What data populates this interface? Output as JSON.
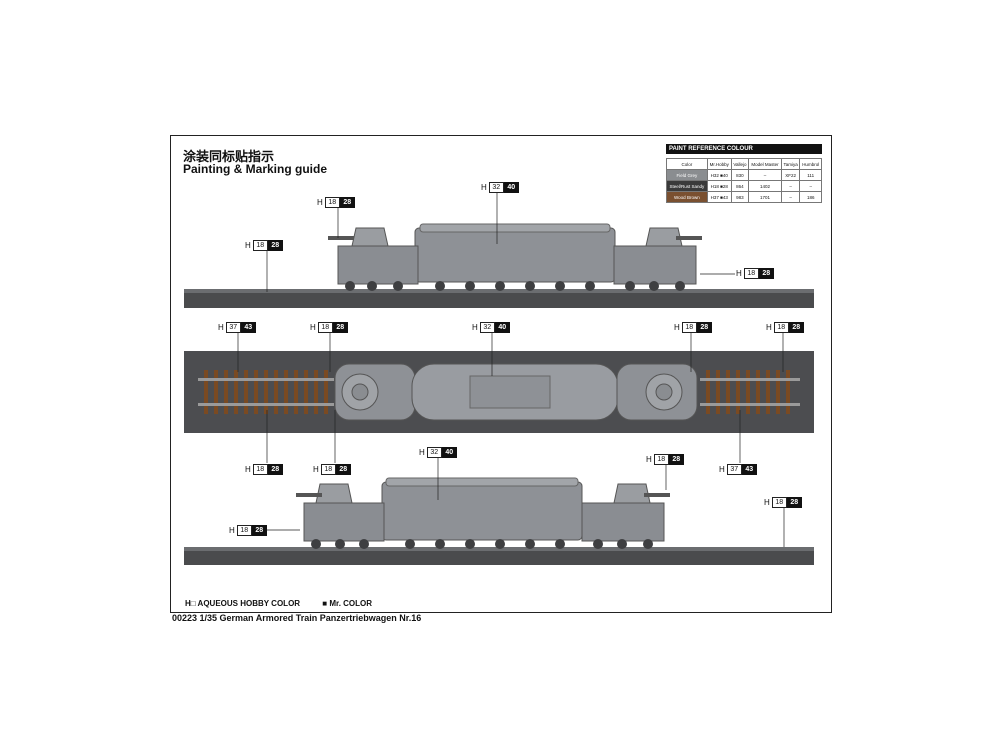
{
  "header": {
    "title_cn": "涂装同标贴指示",
    "title_en": "Painting & Marking guide"
  },
  "paint_ref": {
    "title": "PAINT REFERENCE COLOUR",
    "columns": [
      "Color",
      "Mr.Hobby",
      "Vallejo",
      "Model Master",
      "Tamiya",
      "Humbrol"
    ],
    "rows": [
      {
        "color": "Field Grey",
        "h": "32",
        "mr": "40",
        "vallejo": "830",
        "mm": "–",
        "tamiya": "XF22",
        "humbrol": "111"
      },
      {
        "color": "Steel/Rust Sandy",
        "h": "18",
        "mr": "28",
        "vallejo": "864",
        "mm": "1402",
        "tamiya": "–",
        "humbrol": "–"
      },
      {
        "color": "Wood Brown",
        "h": "37",
        "mr": "43",
        "vallejo": "983",
        "mm": "1701",
        "tamiya": "–",
        "humbrol": "186"
      }
    ]
  },
  "tags": [
    {
      "h": "32",
      "mr": "40"
    },
    {
      "h": "18",
      "mr": "28"
    },
    {
      "h": "18",
      "mr": "28"
    },
    {
      "h": "18",
      "mr": "28"
    },
    {
      "h": "37",
      "mr": "43"
    },
    {
      "h": "18",
      "mr": "28"
    },
    {
      "h": "32",
      "mr": "40"
    },
    {
      "h": "18",
      "mr": "28"
    },
    {
      "h": "18",
      "mr": "28"
    },
    {
      "h": "18",
      "mr": "28"
    },
    {
      "h": "18",
      "mr": "28"
    },
    {
      "h": "37",
      "mr": "43"
    },
    {
      "h": "32",
      "mr": "40"
    },
    {
      "h": "18",
      "mr": "28"
    },
    {
      "h": "18",
      "mr": "28"
    },
    {
      "h": "18",
      "mr": "28"
    }
  ],
  "legend": {
    "aqueous": "H□ AQUEOUS HOBBY COLOR",
    "mr": "■ Mr. COLOR"
  },
  "caption": "00223 1/35 German Armored Train Panzertriebwagen Nr.16",
  "colors": {
    "body": "#8e9196",
    "rail": "#4a4b4d",
    "sleeper": "#7a4a22"
  }
}
